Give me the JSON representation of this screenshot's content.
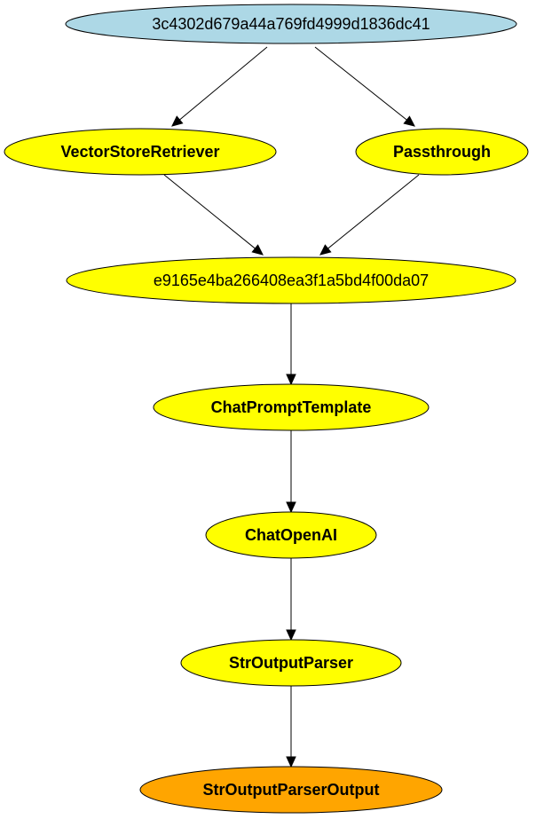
{
  "colors": {
    "input": "#add8e6",
    "step": "#ffff00",
    "output": "#ffa500",
    "edge": "#000000"
  },
  "nodes": [
    {
      "id": "n0",
      "label": "3c4302d679a44a769fd4999d1836dc41",
      "kind": "input",
      "bold": false
    },
    {
      "id": "n1",
      "label": "VectorStoreRetriever",
      "kind": "step",
      "bold": true
    },
    {
      "id": "n2",
      "label": "Passthrough",
      "kind": "step",
      "bold": true
    },
    {
      "id": "n3",
      "label": "e9165e4ba266408ea3f1a5bd4f00da07",
      "kind": "step",
      "bold": false
    },
    {
      "id": "n4",
      "label": "ChatPromptTemplate",
      "kind": "step",
      "bold": true
    },
    {
      "id": "n5",
      "label": "ChatOpenAI",
      "kind": "step",
      "bold": true
    },
    {
      "id": "n6",
      "label": "StrOutputParser",
      "kind": "step",
      "bold": true
    },
    {
      "id": "n7",
      "label": "StrOutputParserOutput",
      "kind": "output",
      "bold": true
    }
  ],
  "edges": [
    {
      "from": "n0",
      "to": "n1"
    },
    {
      "from": "n0",
      "to": "n2"
    },
    {
      "from": "n1",
      "to": "n3"
    },
    {
      "from": "n2",
      "to": "n3"
    },
    {
      "from": "n3",
      "to": "n4"
    },
    {
      "from": "n4",
      "to": "n5"
    },
    {
      "from": "n5",
      "to": "n6"
    },
    {
      "from": "n6",
      "to": "n7"
    }
  ]
}
